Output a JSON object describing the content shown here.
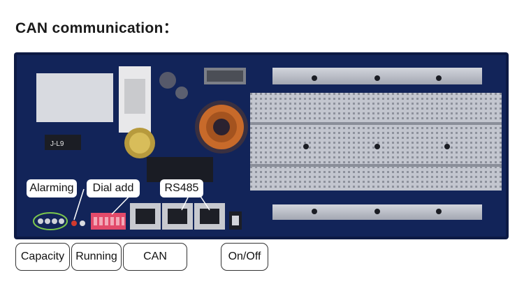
{
  "title": "CAN communication：",
  "labels": {
    "alarming": "Alarming",
    "dial_add": "Dial add",
    "rs485": "RS485",
    "capacity": "Capacity",
    "running": "Running",
    "can": "CAN",
    "on_off": "On/Off"
  },
  "board_text": {
    "chip_mark": "J-L9"
  },
  "colors": {
    "board": "#0e1d4a",
    "board_edge": "#1b2d66",
    "metal": "#b8bcc6",
    "copper": "#c86a2a",
    "alarm_led": "#d23a2e",
    "dip_switch": "#e24a6a"
  }
}
